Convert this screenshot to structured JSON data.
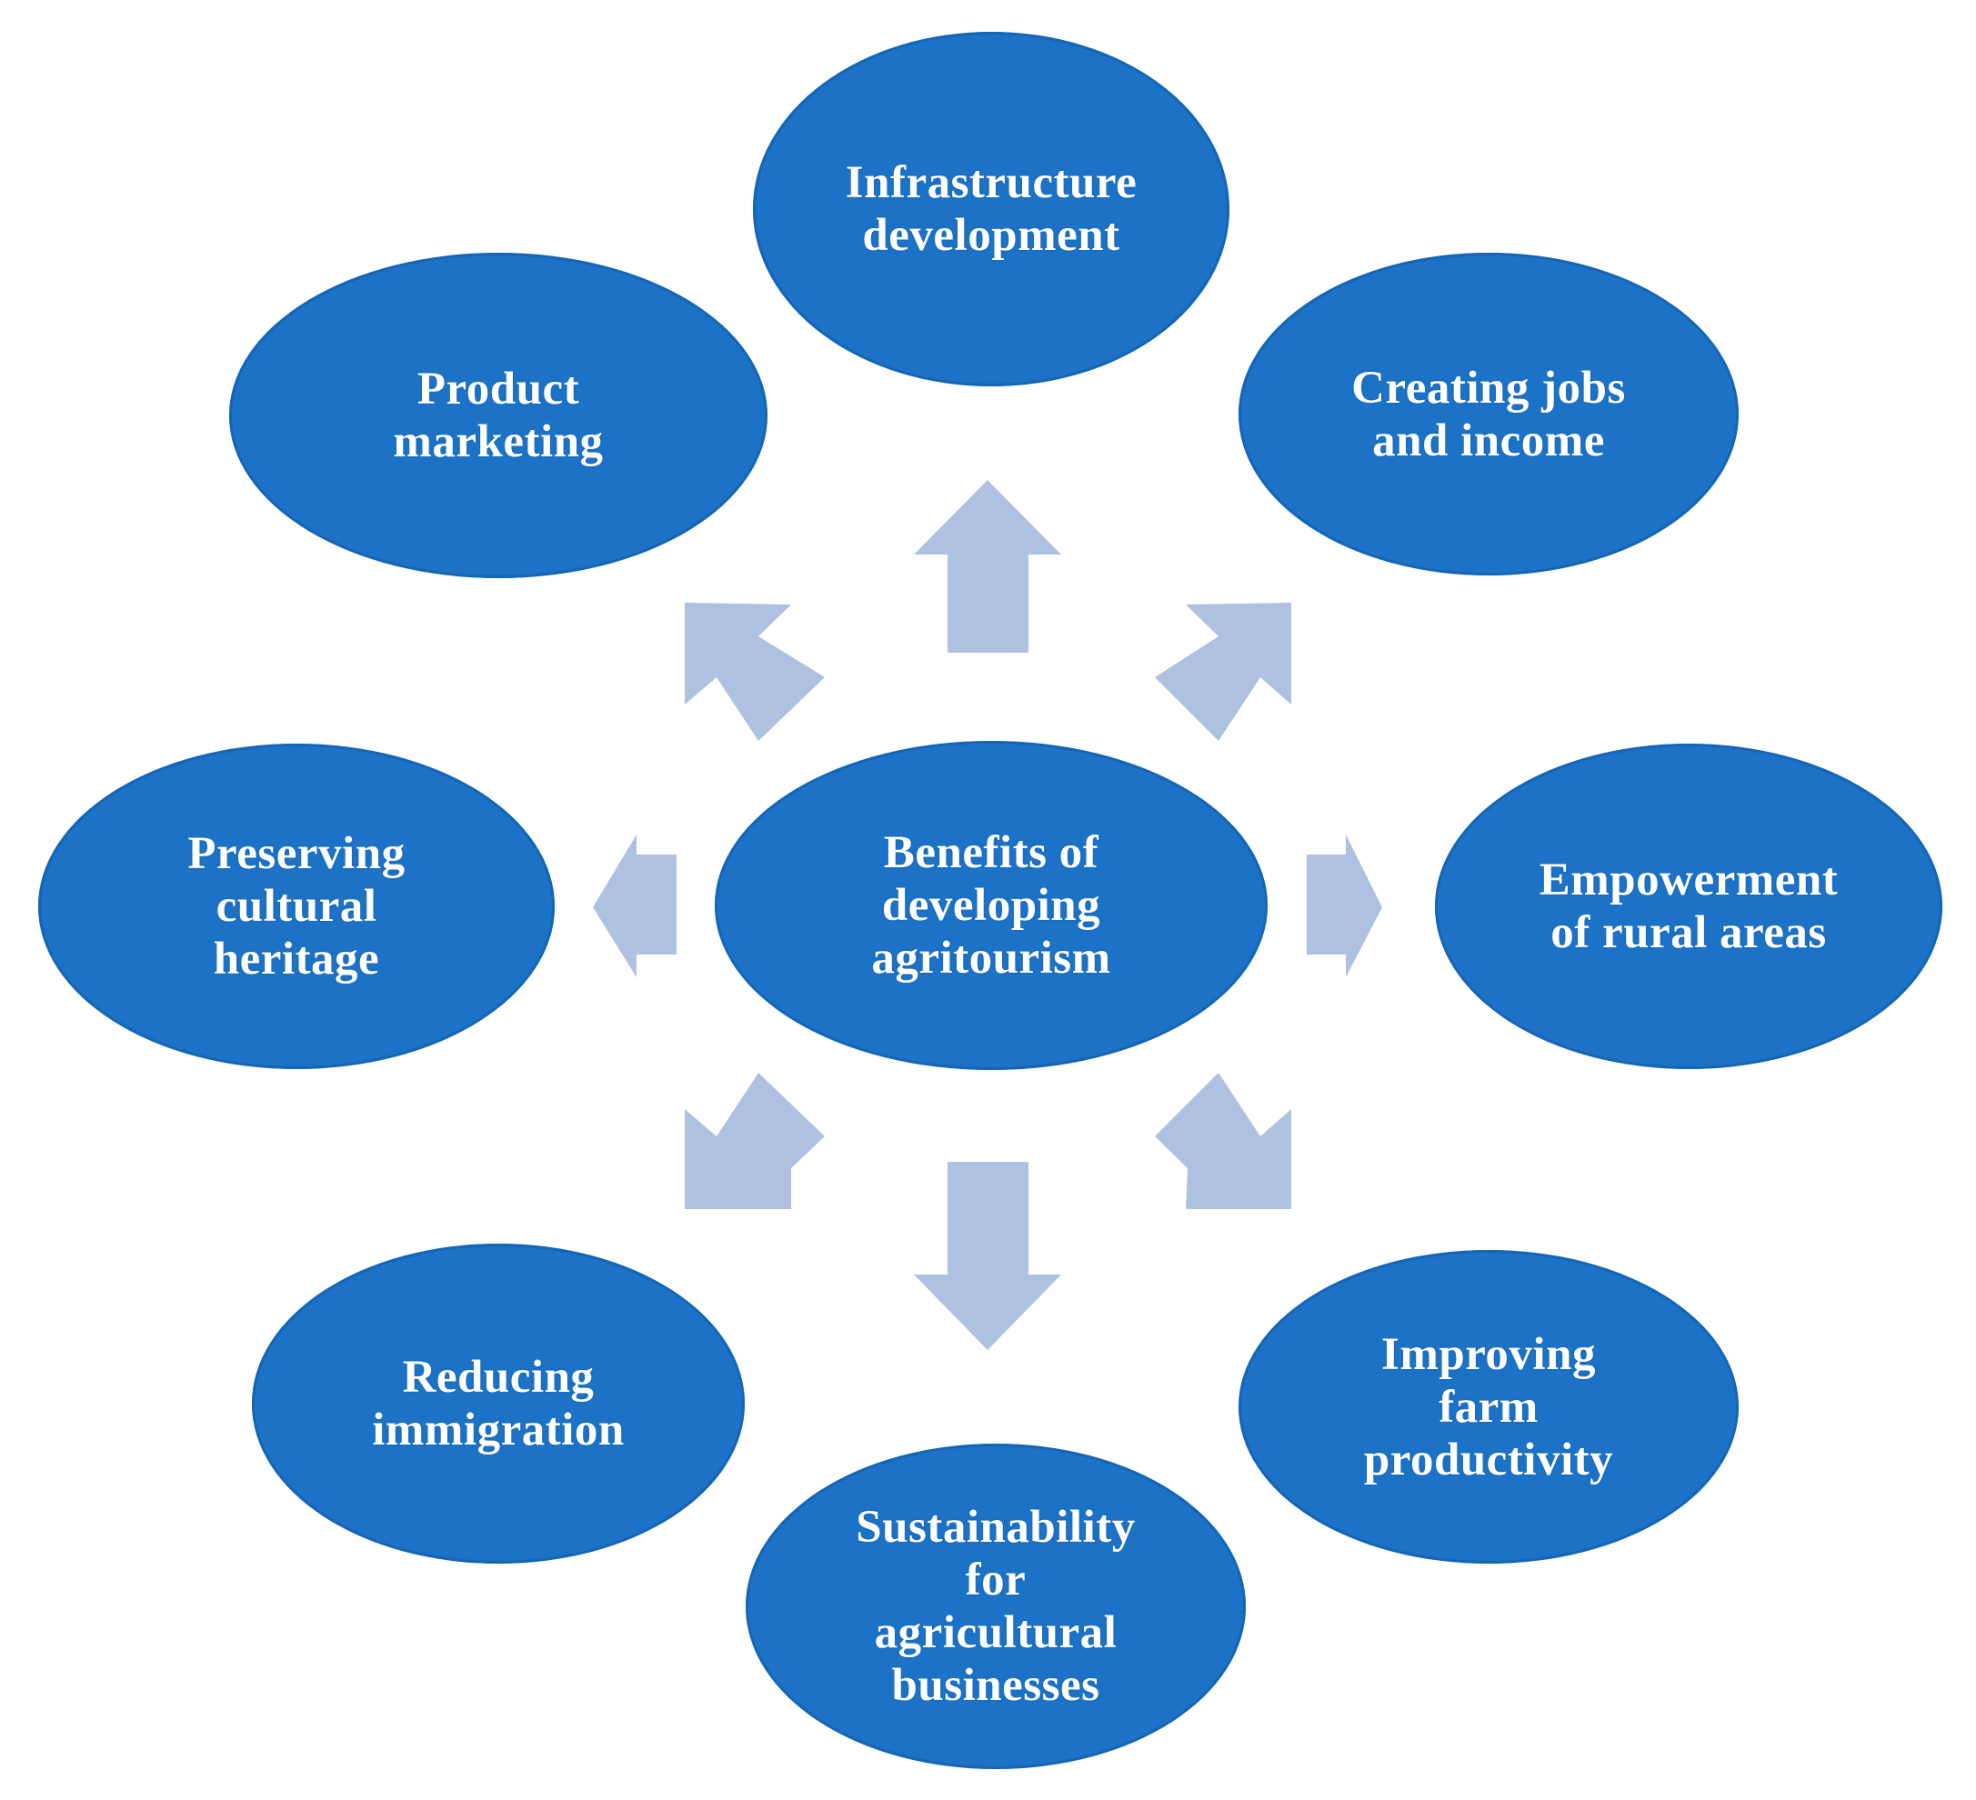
{
  "colors": {
    "node_fill": "#1b72c6",
    "node_text": "#ffffff",
    "arrow_fill": "#aec1e1",
    "background": "#ffffff"
  },
  "center": {
    "label": "Benefits of\ndeveloping\nagritourism"
  },
  "benefits": {
    "infrastructure": "Infrastructure\ndevelopment",
    "jobs": "Creating jobs\nand income",
    "empowerment": "Empowerment\nof rural areas",
    "productivity": "Improving\nfarm\nproductivity",
    "sustainability": "Sustainability\nfor\nagricultural\nbusinesses",
    "immigration": "Reducing\nimmigration",
    "heritage": "Preserving\ncultural\nheritage",
    "marketing": "Product\nmarketing"
  },
  "arrow_icon": "block-arrow-icon"
}
